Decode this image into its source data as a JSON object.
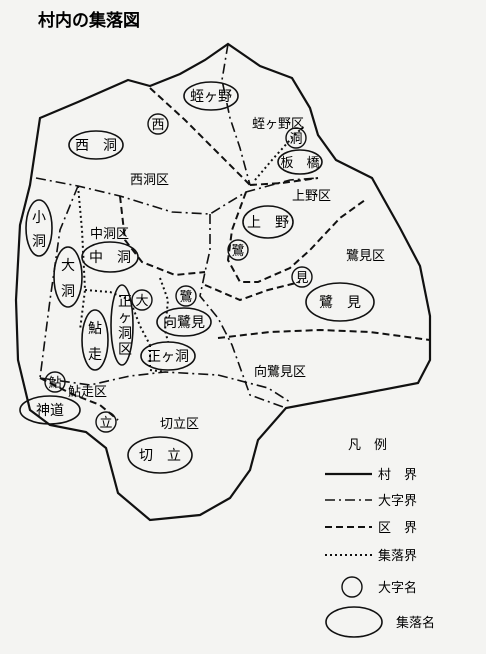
{
  "title": "村内の集落図",
  "districts": {
    "nishibora": "西洞区",
    "nakabora": "中洞区",
    "hirugano": "蛭ヶ野区",
    "kamino": "上野区",
    "sagimi": "鷺見区",
    "mukaisagimi": "向鷺見区",
    "ayubashiri": "鮎走区",
    "kiritate": "切立区"
  },
  "oaza": {
    "nishi": "西",
    "hora": "洞",
    "sagi": "鷺",
    "mi": "見",
    "sagi2": "鷺",
    "oo": "大",
    "ayu": "鮎",
    "tate": "立"
  },
  "settlements": {
    "hirugano": "蛭ヶ野",
    "nishibora": "西　洞",
    "itahashi": "板　橋",
    "kamino": "上　野",
    "sagimi": "鷺　見",
    "mukaisagimi": "向鷺見",
    "shogabora": "正ヶ洞",
    "nakabora": "中　洞",
    "kiritate": "切　立",
    "jindo": "神道",
    "kobora": [
      "小",
      "洞"
    ],
    "oobora": [
      "大",
      "洞"
    ],
    "ayubashiri": [
      "鮎",
      "走"
    ],
    "shogabora_v": [
      "正",
      "ヶ",
      "洞"
    ],
    "shogabora_district": [
      "正",
      "ヶ",
      "洞",
      "区"
    ]
  },
  "legend": {
    "title": "凡　例",
    "items": [
      {
        "style": "solid",
        "label": "村　界"
      },
      {
        "style": "dashdot",
        "label": "大字界"
      },
      {
        "style": "dash",
        "label": "区　界"
      },
      {
        "style": "dot",
        "label": "集落界"
      },
      {
        "style": "small-circle",
        "label": "大字名"
      },
      {
        "style": "ellipse",
        "label": "集落名"
      }
    ]
  }
}
